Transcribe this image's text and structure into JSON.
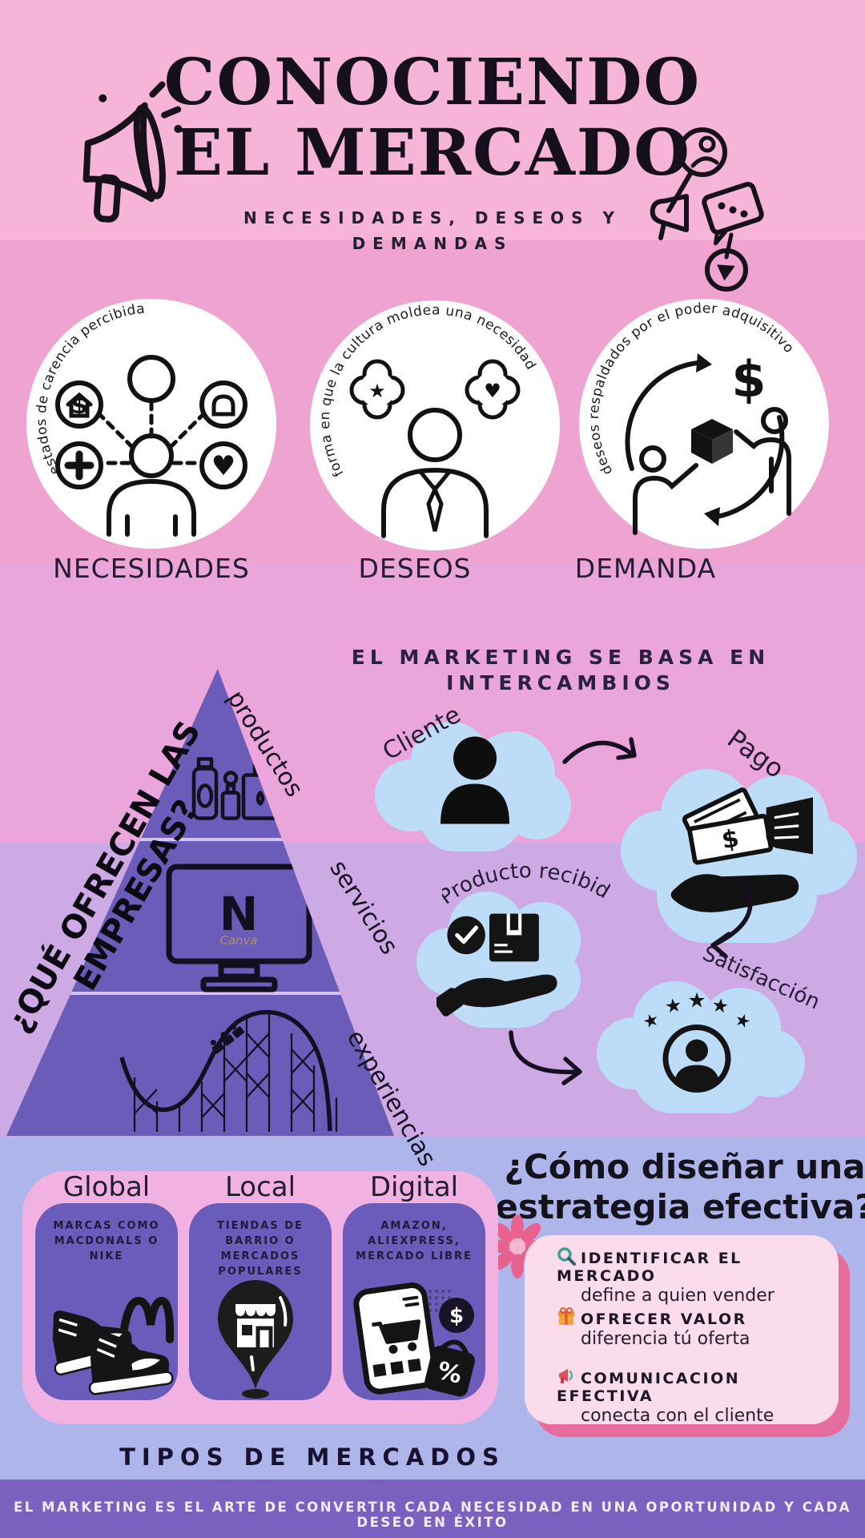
{
  "header": {
    "title_line1": "CONOCIENDO",
    "title_line2": "EL MERCADO",
    "subtitle_line1": "NECESIDADES, DESEOS Y",
    "subtitle_line2": "DEMANDAS"
  },
  "concepts": [
    {
      "arc_text": "estados de carencia percibida",
      "label": "NECESIDADES"
    },
    {
      "arc_text": "forma en que la cultura moldea una necesidad",
      "label": "DESEOS"
    },
    {
      "arc_text": "deseos respaldados por el poder adquisitivo",
      "label": "DEMANDA"
    }
  ],
  "pyramid": {
    "question": "¿QUÉ OFRECEN LAS EMPRESAS?",
    "tiers": [
      "productos",
      "servicios",
      "experiencias"
    ],
    "tv_letter": "N",
    "watermark": "Canva"
  },
  "exchange": {
    "title_line1": "EL MARKETING SE BASA EN",
    "title_line2": "INTERCAMBIOS",
    "cloud_client": "Cliente",
    "cloud_payment": "Pago",
    "cloud_product": "Producto recibido",
    "cloud_satisfaction": "Satisfacción"
  },
  "strategy": {
    "heading_line1": "¿Cómo diseñar una",
    "heading_line2": "estrategia efectiva?",
    "items": [
      {
        "title": "IDENTIFICAR EL MERCADO",
        "desc": "define a quien vender"
      },
      {
        "title": "OFRECER VALOR",
        "desc": "diferencia tú oferta"
      },
      {
        "title": "COMUNICACION EFECTIVA",
        "desc": "conecta con el cliente"
      }
    ]
  },
  "markets": {
    "types": [
      {
        "name": "Global",
        "desc": "MARCAS COMO MACDONALS O NIKE"
      },
      {
        "name": "Local",
        "desc": "TIENDAS DE BARRIO O MERCADOS POPULARES"
      },
      {
        "name": "Digital",
        "desc": "AMAZON, ALIEXPRESS, MERCADO LIBRE"
      }
    ],
    "title": "TIPOS DE MERCADOS"
  },
  "footer": {
    "text": "EL MARKETING ES EL ARTE DE CONVERTIR CADA NECESIDAD EN UNA OPORTUNIDAD Y CADA DESEO EN ÉXITO"
  },
  "colors": {
    "header_pink": "#f5b4d8",
    "concepts_pink": "#efa3d0",
    "exchange_pink": "#eaa5da",
    "clouds_lavender": "#cdaae4",
    "markets_periwinkle": "#aeb5ea",
    "footer_purple": "#7c60c0",
    "pyramid_purple": "#6a5cb8",
    "cloud_blue": "#bcdcf8",
    "strategy_card_pink": "#fbdcea",
    "strategy_card_shadow": "#e66d9e",
    "flower_pink": "#e8618f"
  }
}
